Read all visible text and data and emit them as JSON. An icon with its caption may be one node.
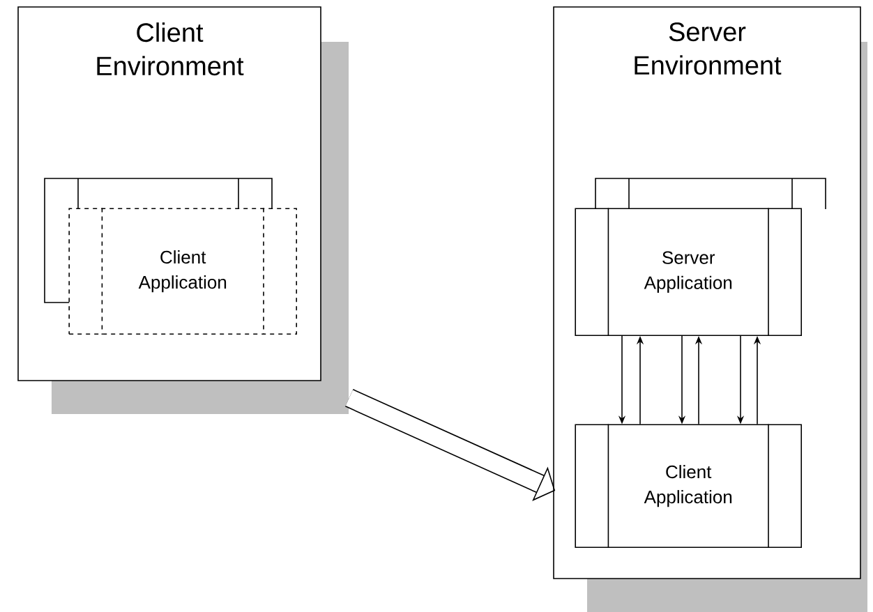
{
  "diagram": {
    "nodes": [
      {
        "text": [
          "Client Environment"
        ]
      },
      {
        "text": [
          "Client Application"
        ],
        "in": 0
      },
      {
        "text": [
          "Server Environment"
        ]
      },
      {
        "text": [
          "Server Application"
        ],
        "in": 2
      },
      {
        "text": [
          "Client Application"
        ],
        "in": 2
      }
    ],
    "edges": [
      {
        "from": 0,
        "to": 2,
        "arrow": "to",
        "style": "thick"
      },
      {
        "from": 3,
        "to": 4,
        "arrow": "to"
      },
      {
        "from": 4,
        "to": 3,
        "arrow": "to"
      },
      {
        "from": 3,
        "to": 4,
        "arrow": "to"
      },
      {
        "from": 4,
        "to": 3,
        "arrow": "to"
      },
      {
        "from": 3,
        "to": 4,
        "arrow": "to"
      },
      {
        "from": 4,
        "to": 3,
        "arrow": "to"
      }
    ]
  }
}
